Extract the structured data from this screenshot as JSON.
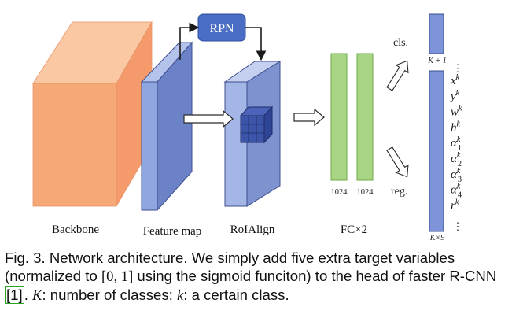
{
  "figure": {
    "blocks": {
      "backbone": "Backbone",
      "feature_map": "Feature map",
      "roialign": "RoIAlign",
      "rpn": "RPN",
      "fc": "FC×2",
      "fc_dim_1": "1024",
      "fc_dim_2": "1024"
    },
    "heads": {
      "cls_label": "cls.",
      "reg_label": "reg.",
      "cls_size": "K + 1",
      "reg_size": "K×9",
      "dots": "⋮",
      "reg_vars": [
        {
          "base": "x",
          "sup": "k",
          "sub": ""
        },
        {
          "base": "y",
          "sup": "k",
          "sub": ""
        },
        {
          "base": "w",
          "sup": "k",
          "sub": ""
        },
        {
          "base": "h",
          "sup": "k",
          "sub": ""
        },
        {
          "base": "α",
          "sup": "k",
          "sub": "1"
        },
        {
          "base": "α",
          "sup": "k",
          "sub": "2"
        },
        {
          "base": "α",
          "sup": "k",
          "sub": "3"
        },
        {
          "base": "α",
          "sup": "k",
          "sub": "4"
        },
        {
          "base": "r",
          "sup": "k",
          "sub": ""
        }
      ]
    },
    "colors": {
      "backbone_front": "#f7a877",
      "backbone_top": "#fbc8a4",
      "backbone_side": "#f59a6a",
      "feature_front": "#8fa6e0",
      "feature_side": "#6b82c7",
      "roi_front": "#a4b6e6",
      "roi_side": "#7d92cf",
      "rpn_box": "#4a6ec4",
      "fc_bar": "#a8d486",
      "head_bar": "#7d94d9"
    }
  },
  "caption": {
    "part1": "Fig. 3. Network architecture. We simply add five extra target variables (normalized to ",
    "math_interval": "[0, 1]",
    "part2": " using the sigmoid funciton) to the head of faster R-CNN ",
    "ref": "[1]",
    "part3": ". ",
    "math_K": "K",
    "part4": ": number of classes; ",
    "math_k": "k",
    "part5": ": a certain class."
  }
}
